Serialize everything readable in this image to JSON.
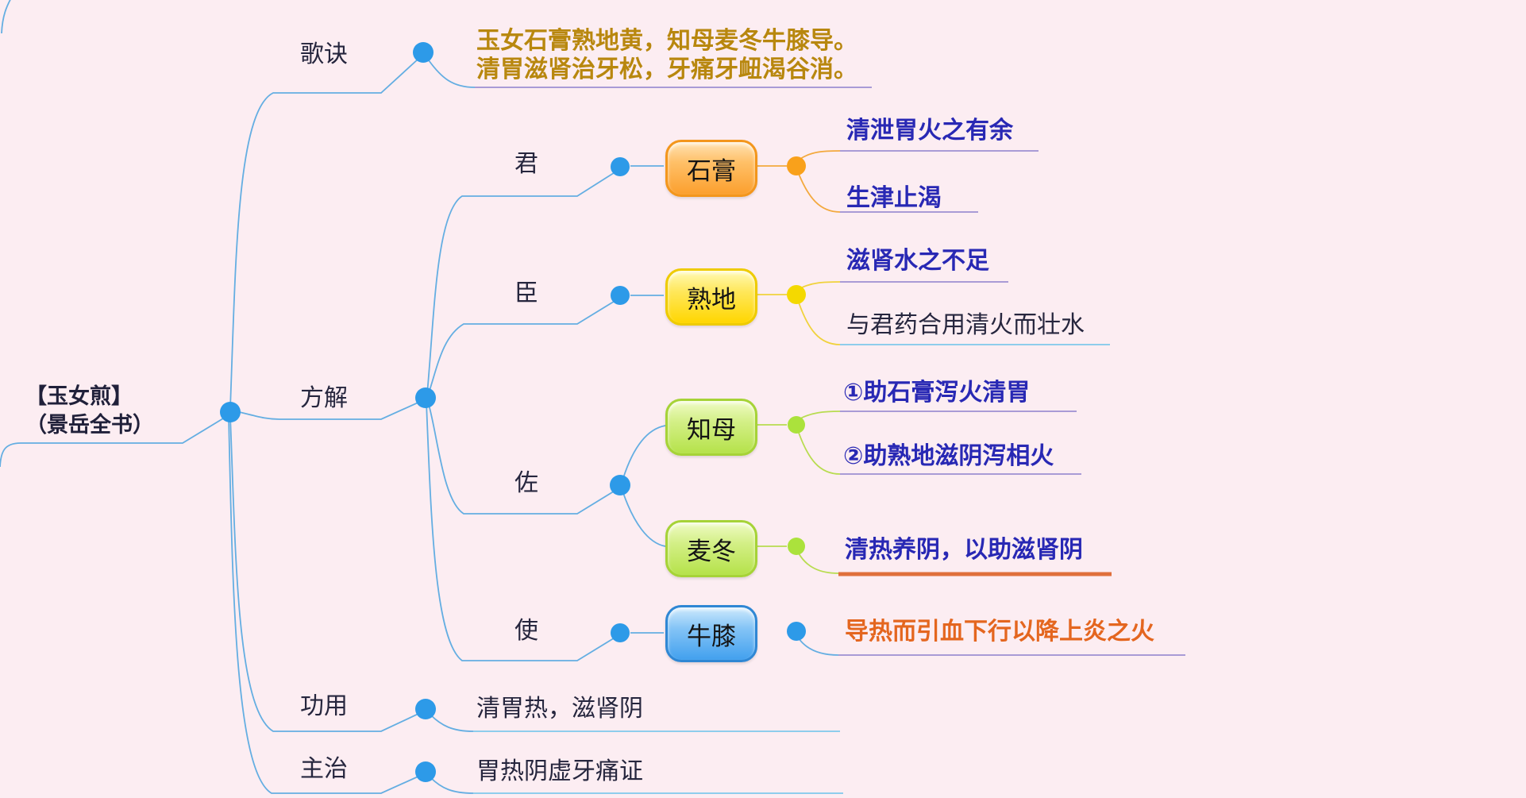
{
  "root": {
    "title": "【玉女煎】",
    "subtitle": "（景岳全书）"
  },
  "gejue": {
    "label": "歌诀",
    "line1": "玉女石膏熟地黄，知母麦冬牛膝导。",
    "line2": "清胃滋肾治牙松，牙痛牙衄渴谷消。"
  },
  "fangjie": {
    "label": "方解"
  },
  "jun": {
    "label": "君",
    "herb": "石膏",
    "note1": "清泄胃火之有余",
    "note2": "生津止渴"
  },
  "chen": {
    "label": "臣",
    "herb": "熟地",
    "note1": "滋肾水之不足",
    "note2": "与君药合用清火而壮水"
  },
  "zuo": {
    "label": "佐",
    "herb1": "知母",
    "herb1note1": "①助石膏泻火清胃",
    "herb1note2": "②助熟地滋阴泻相火",
    "herb2": "麦冬",
    "herb2note1": "清热养阴，以助滋肾阴"
  },
  "shi": {
    "label": "使",
    "herb": "牛膝",
    "note1": "导热而引血下行以降上炎之火"
  },
  "gongyong": {
    "label": "功用",
    "text": "清胃热，滋肾阴"
  },
  "zhuzhi": {
    "label": "主治",
    "text": "胃热阴虚牙痛证"
  },
  "colors": {
    "background": "#fcedf2",
    "branch_blue": "#64aee2",
    "node_shigao": "#fb9f2d",
    "node_shudi": "#ffd600",
    "node_zhimu_maidong": "#b5e24a",
    "node_niuxi": "#42a0ee",
    "dot_blue": "#2d9ae8",
    "dot_orange": "#f9a11b",
    "dot_yellow": "#f4d900",
    "dot_green": "#abe23c",
    "text_blue_note": "#2828b4",
    "text_gold_poem": "#b8870e",
    "text_orange_note": "#e4661f",
    "underline_lavender": "#a99bd6",
    "underline_lightblue": "#8ecdec",
    "underline_orange": "#e0703c"
  }
}
